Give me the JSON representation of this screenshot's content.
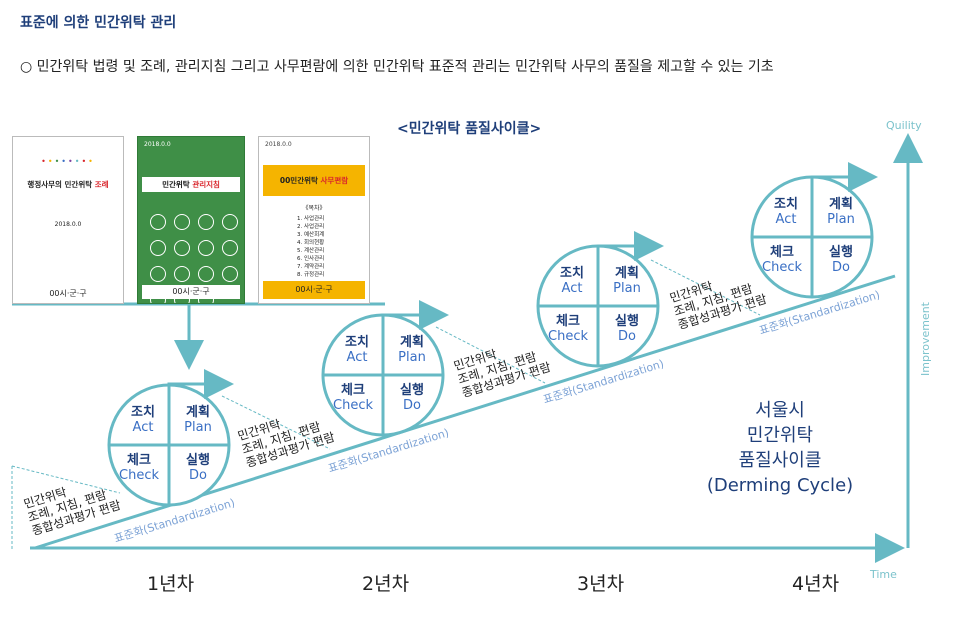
{
  "header": {
    "title": "표준에 의한 민간위탁 관리",
    "subtitle": "○ 민간위탁 법령 및 조례, 관리지침 그리고 사무편람에 의한 민간위탁 표준적 관리는 민간위탁 사무의 품질을 제고할 수 있는 기초"
  },
  "diagram": {
    "title": "<민간위탁 품질사이클>",
    "books": [
      {
        "date": "",
        "title_black": "행정사무의 민간위탁",
        "title_red": "조례",
        "date_mid": "2018.0.0",
        "footer": "00시·군·구"
      },
      {
        "date": "2018.0.0",
        "title_black": "민간위탁",
        "title_red": "관리지침",
        "footer": "00시·군·구"
      },
      {
        "date": "2018.0.0",
        "title_black": "00민간위탁",
        "title_red": "사무편람",
        "toc_head": "《목차》",
        "toc": [
          "1. 사업관리",
          "2. 사업관리",
          "3. 예산회계",
          "4. 회의현황",
          "5. 계산관리",
          "6. 인사관리",
          "7. 계약관리",
          "8. 규정관리"
        ],
        "footer": "00시·군·구"
      }
    ],
    "pdca": {
      "act_ko": "조치",
      "act_en": "Act",
      "plan_ko": "계획",
      "plan_en": "Plan",
      "check_ko": "체크",
      "check_en": "Check",
      "do_ko": "실행",
      "do_en": "Do"
    },
    "note_lines": [
      "민간위탁",
      "조례, 지침, 편람",
      "종합성과평가 편람"
    ],
    "standardization": "표준화(Standardization)",
    "years": [
      "1년차",
      "2년차",
      "3년차",
      "4년차"
    ],
    "big_label": [
      "서울시",
      "민간위탁",
      "품질사이클",
      "(Derming Cycle)"
    ],
    "axis": {
      "y": "Quility",
      "y_mid": "Improvement",
      "x": "Time"
    },
    "colors": {
      "teal": "#66b9c4",
      "navy": "#1f3f7a",
      "blue": "#3a6fc4",
      "std": "#7da3d6",
      "green": "#3f8f47",
      "yellow": "#f5b400",
      "red": "#d9252b"
    }
  }
}
